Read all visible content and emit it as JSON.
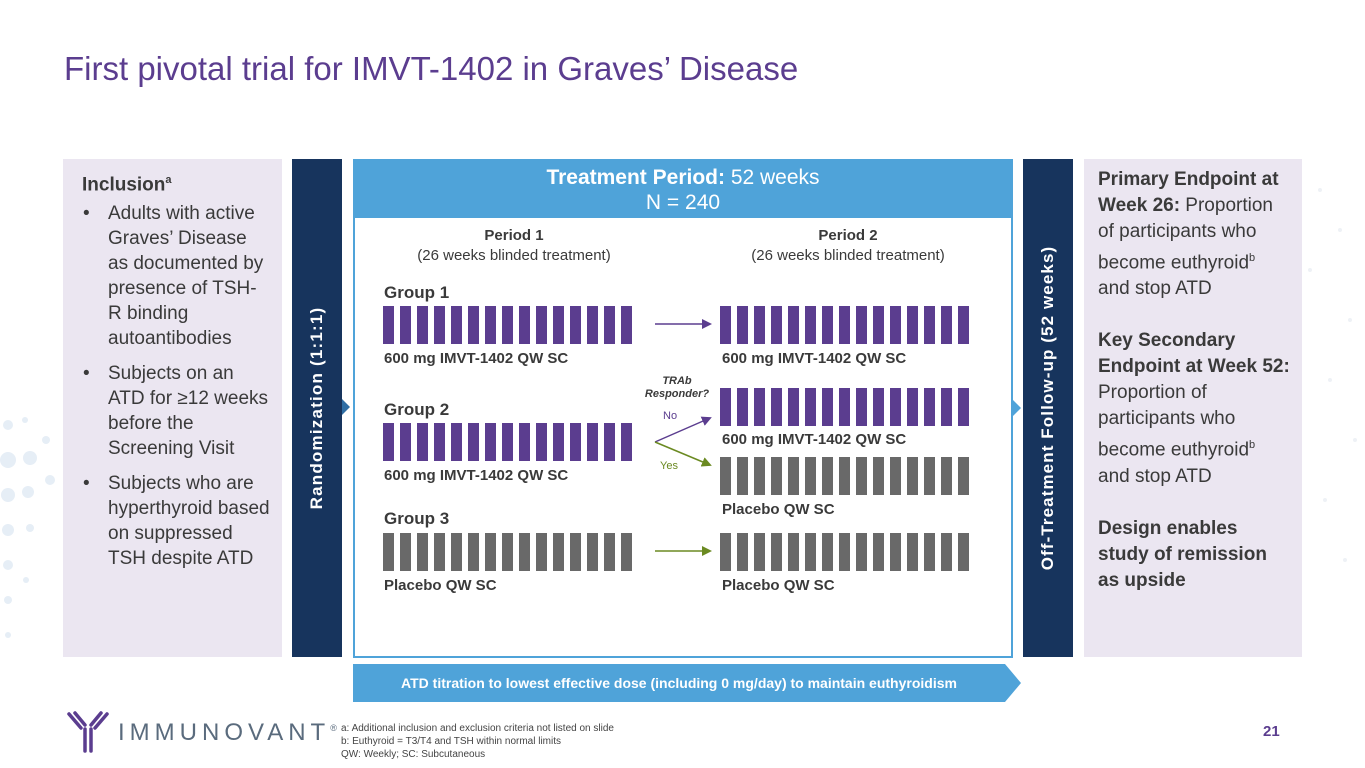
{
  "title": "First pivotal trial for IMVT-1402 in Graves’ Disease",
  "inclusion": {
    "heading": "Inclusion",
    "heading_sup": "a",
    "items": [
      "Adults with active Graves’ Disease as documented by presence of TSH-R binding autoantibodies",
      "Subjects on an ATD for ≥12 weeks before the Screening Visit",
      "Subjects who are hyperthyroid based on suppressed TSH despite ATD"
    ]
  },
  "randomization_label": "Randomization (1:1:1)",
  "treatment": {
    "head_bold": "Treatment Period:",
    "head_rest": " 52 weeks",
    "n_label": "N = 240",
    "period1": {
      "title": "Period 1",
      "sub": "(26 weeks blinded treatment)"
    },
    "period2": {
      "title": "Period 2",
      "sub": "(26 weeks blinded treatment)"
    },
    "groups": [
      {
        "label": "Group 1",
        "p1_dose": "600 mg IMVT-1402 QW SC",
        "p2_dose": "600 mg IMVT-1402 QW SC"
      },
      {
        "label": "Group 2",
        "p1_dose": "600 mg IMVT-1402 QW SC",
        "p2_no_dose": "600 mg IMVT-1402 QW SC",
        "p2_yes_dose": "Placebo QW SC"
      },
      {
        "label": "Group 3",
        "p1_dose": "Placebo QW SC",
        "p2_dose": "Placebo QW SC"
      }
    ],
    "branch_question": "TRAb Responder?",
    "branch_no": "No",
    "branch_yes": "Yes"
  },
  "follow_up_label": "Off-Treatment Follow-up (52 weeks)",
  "endpoints": {
    "primary_bold": "Primary Endpoint at Week 26:",
    "primary_text": " Proportion of participants who become euthyroid",
    "primary_sup": "b",
    "primary_tail": " and stop ATD",
    "secondary_bold": "Key Secondary Endpoint at Week 52:",
    "secondary_text": " Proportion of participants who become euthyroid",
    "secondary_sup": "b",
    "secondary_tail": " and stop ATD",
    "design": "Design enables study of remission as upside"
  },
  "atd_banner": "ATD titration to lowest effective dose (including 0 mg/day) to maintain euthyroidism",
  "logo": {
    "name": "IMMUNOVANT",
    "mark": "®"
  },
  "footnotes": [
    "a: Additional inclusion and exclusion criteria not listed on slide",
    "b: Euthyroid = T3/T4 and TSH within normal limits",
    "QW: Weekly; SC: Subcutaneous"
  ],
  "page_number": "21",
  "colors": {
    "purple": "#5b3d8f",
    "navy": "#17345d",
    "blue": "#4fa3d9",
    "gray_bar": "#696969",
    "olive": "#6b8a22",
    "panel_bg": "#ebe6f1"
  }
}
